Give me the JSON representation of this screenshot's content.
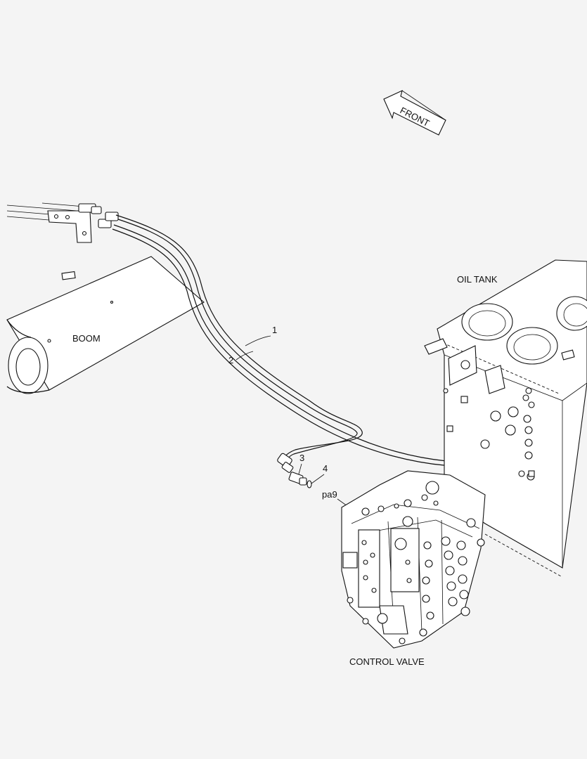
{
  "labels": {
    "front": "FRONT",
    "boom": "BOOM",
    "oil_tank": "OIL TANK",
    "control_valve": "CONTROL VALVE",
    "port": "pa9"
  },
  "callouts": [
    "1",
    "2",
    "3",
    "4",
    "3",
    "4"
  ]
}
